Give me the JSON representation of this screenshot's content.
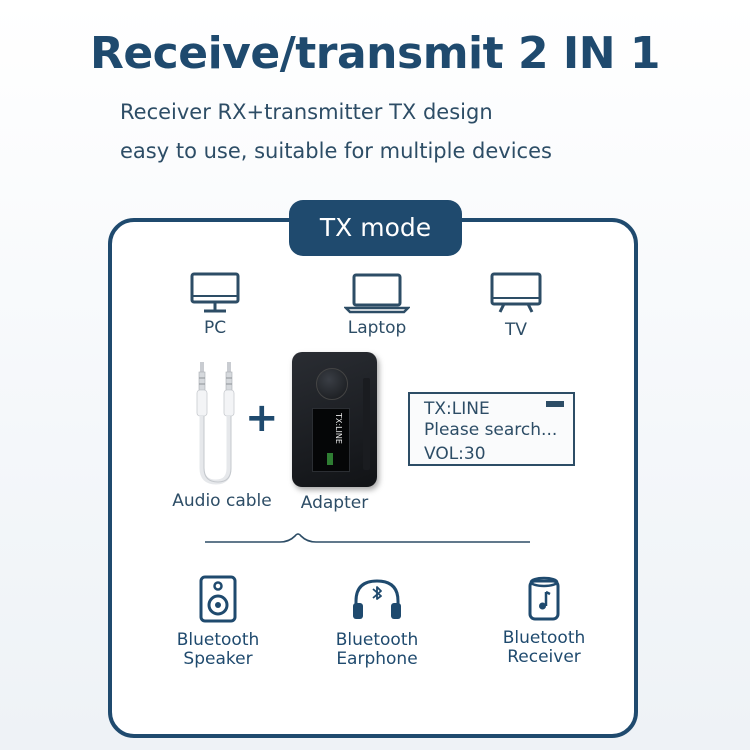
{
  "header": {
    "title": "Receive/transmit 2 IN 1",
    "line1": "Receiver RX+transmitter TX  design",
    "line2": "easy to use, suitable for multiple devices"
  },
  "mode": {
    "label": "TX mode"
  },
  "sources": [
    {
      "label": "PC",
      "icon": "pc-monitor-icon"
    },
    {
      "label": "Laptop",
      "icon": "laptop-icon"
    },
    {
      "label": "TV",
      "icon": "tv-icon"
    }
  ],
  "kit": {
    "cable_label": "Audio cable",
    "plus": "+",
    "adapter_label": "Adapter",
    "adapter_screen_text": "TX:LINE"
  },
  "display": {
    "line1": "TX:LINE",
    "line2": "Please search...",
    "line3": "VOL:30"
  },
  "targets": [
    {
      "line1": "Bluetooth",
      "line2": "Speaker",
      "icon": "speaker-icon"
    },
    {
      "line1": "Bluetooth",
      "line2": "Earphone",
      "icon": "headphones-icon"
    },
    {
      "line1": "Bluetooth",
      "line2": "Receiver",
      "icon": "receiver-icon"
    }
  ],
  "colors": {
    "primary": "#1f4a6e",
    "text": "#2d4d66"
  }
}
